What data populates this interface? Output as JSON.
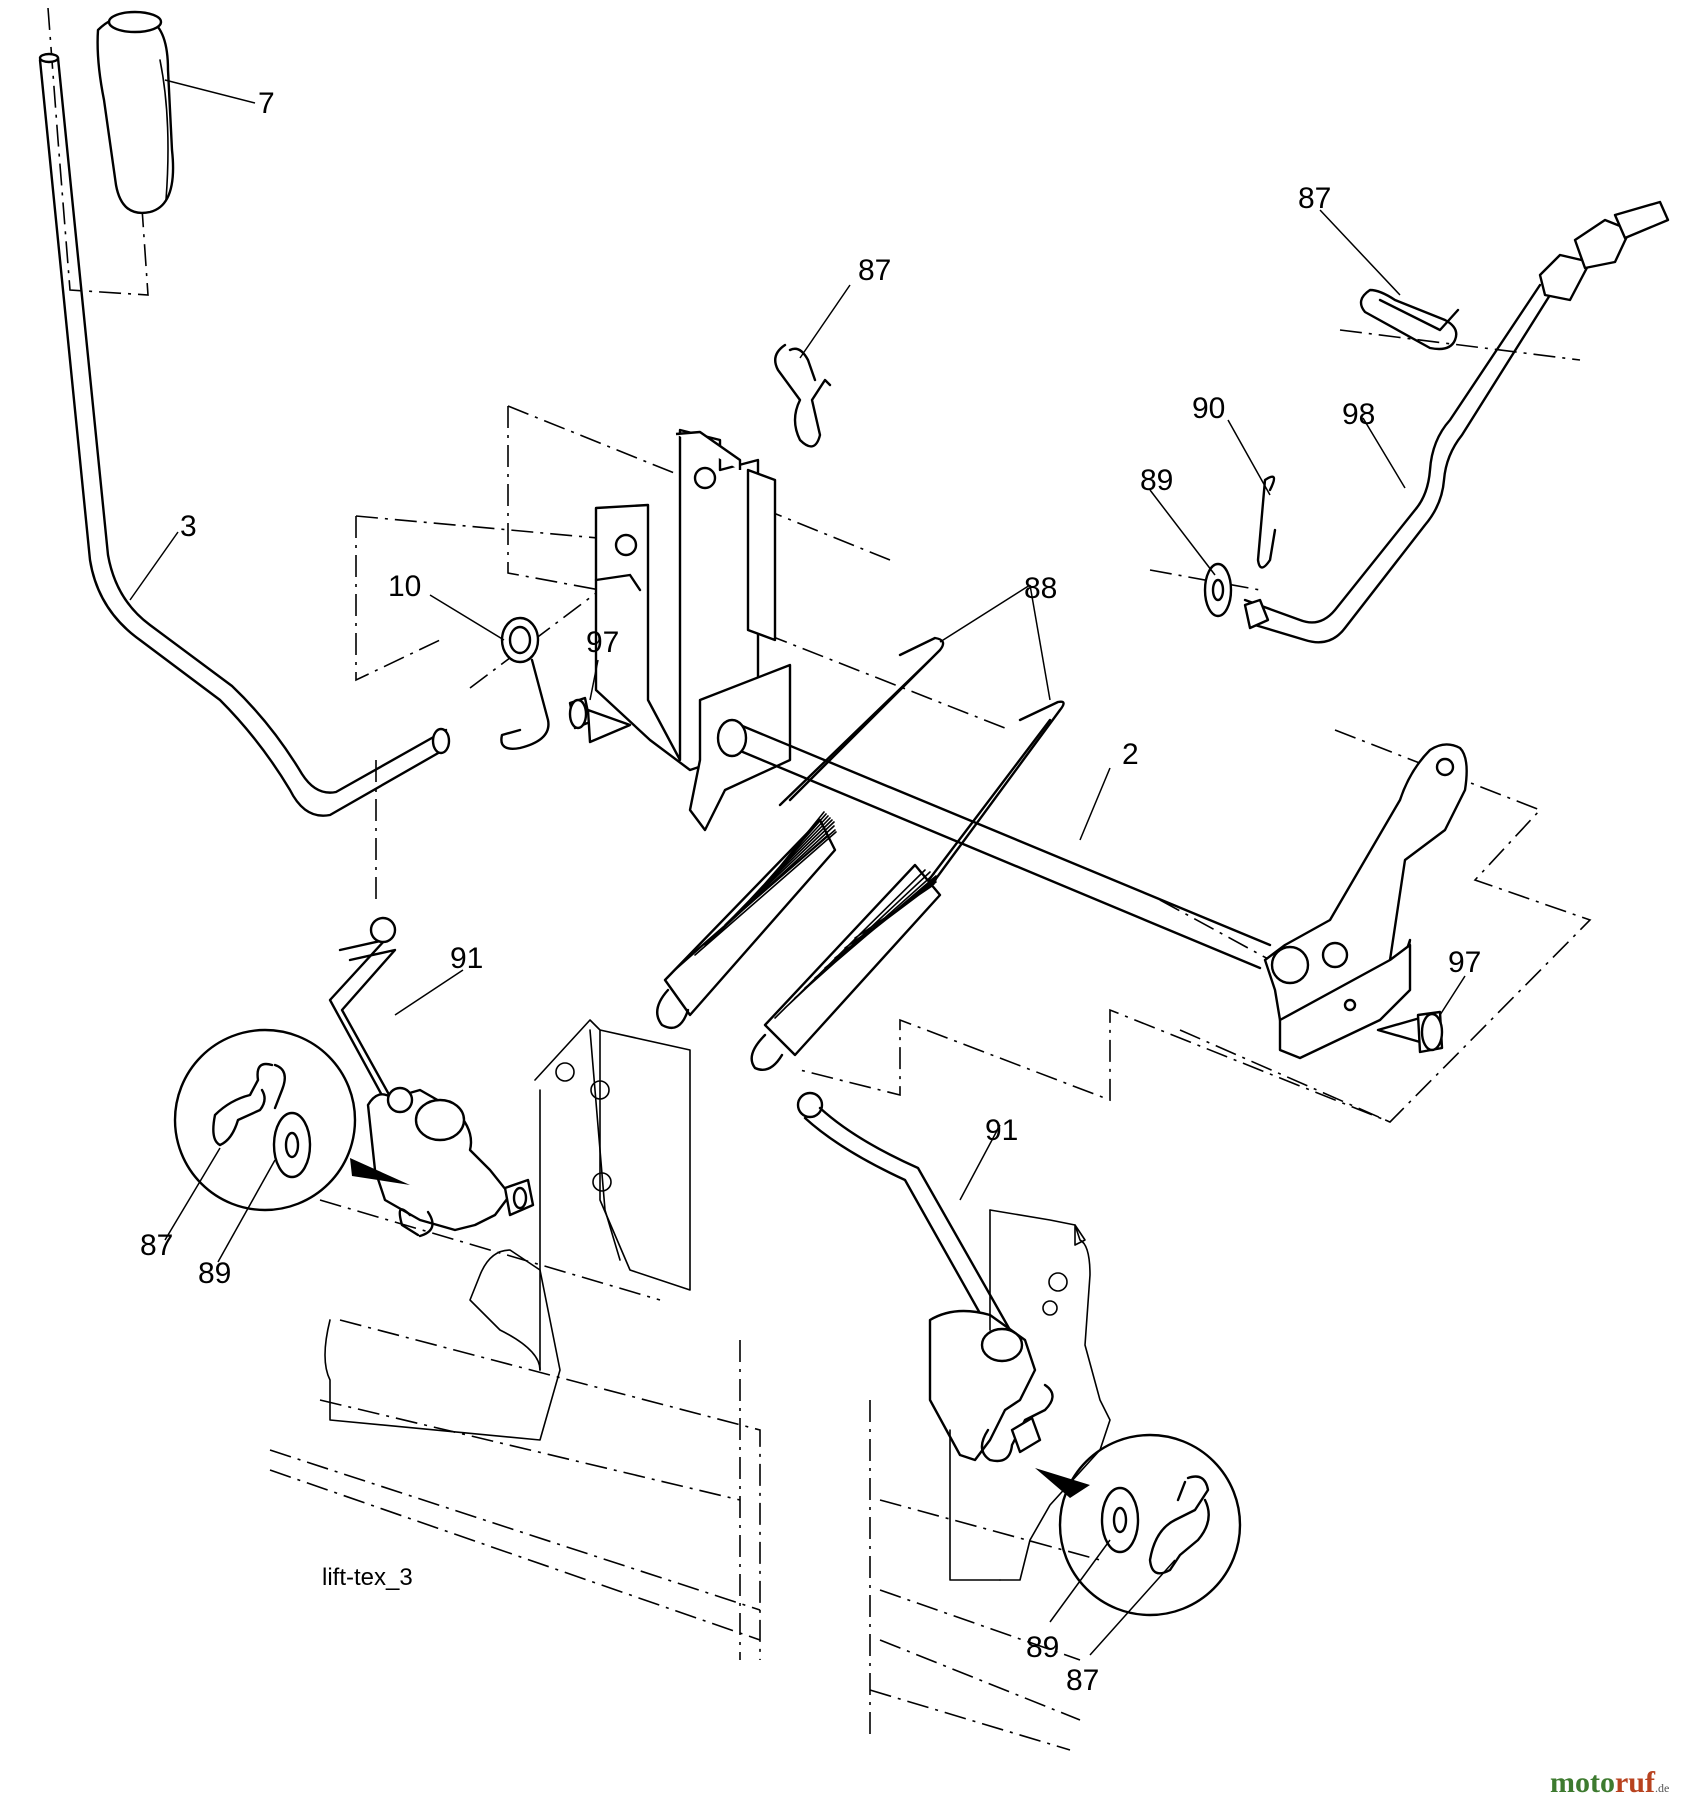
{
  "drawing_ref": "lift-tex_3",
  "callouts": [
    {
      "label": "7"
    },
    {
      "label": "3"
    },
    {
      "label": "87"
    },
    {
      "label": "10"
    },
    {
      "label": "97"
    },
    {
      "label": "88"
    },
    {
      "label": "87"
    },
    {
      "label": "90"
    },
    {
      "label": "98"
    },
    {
      "label": "89"
    },
    {
      "label": "2"
    },
    {
      "label": "97"
    },
    {
      "label": "91"
    },
    {
      "label": "87"
    },
    {
      "label": "89"
    },
    {
      "label": "91"
    },
    {
      "label": "89"
    },
    {
      "label": "87"
    }
  ],
  "watermark": {
    "part1": "moto",
    "part2": "ruf",
    "suffix": ".de"
  },
  "colors": {
    "watermark_green": "#3d7a2f",
    "watermark_red": "#b8421f",
    "ink": "#000000"
  }
}
